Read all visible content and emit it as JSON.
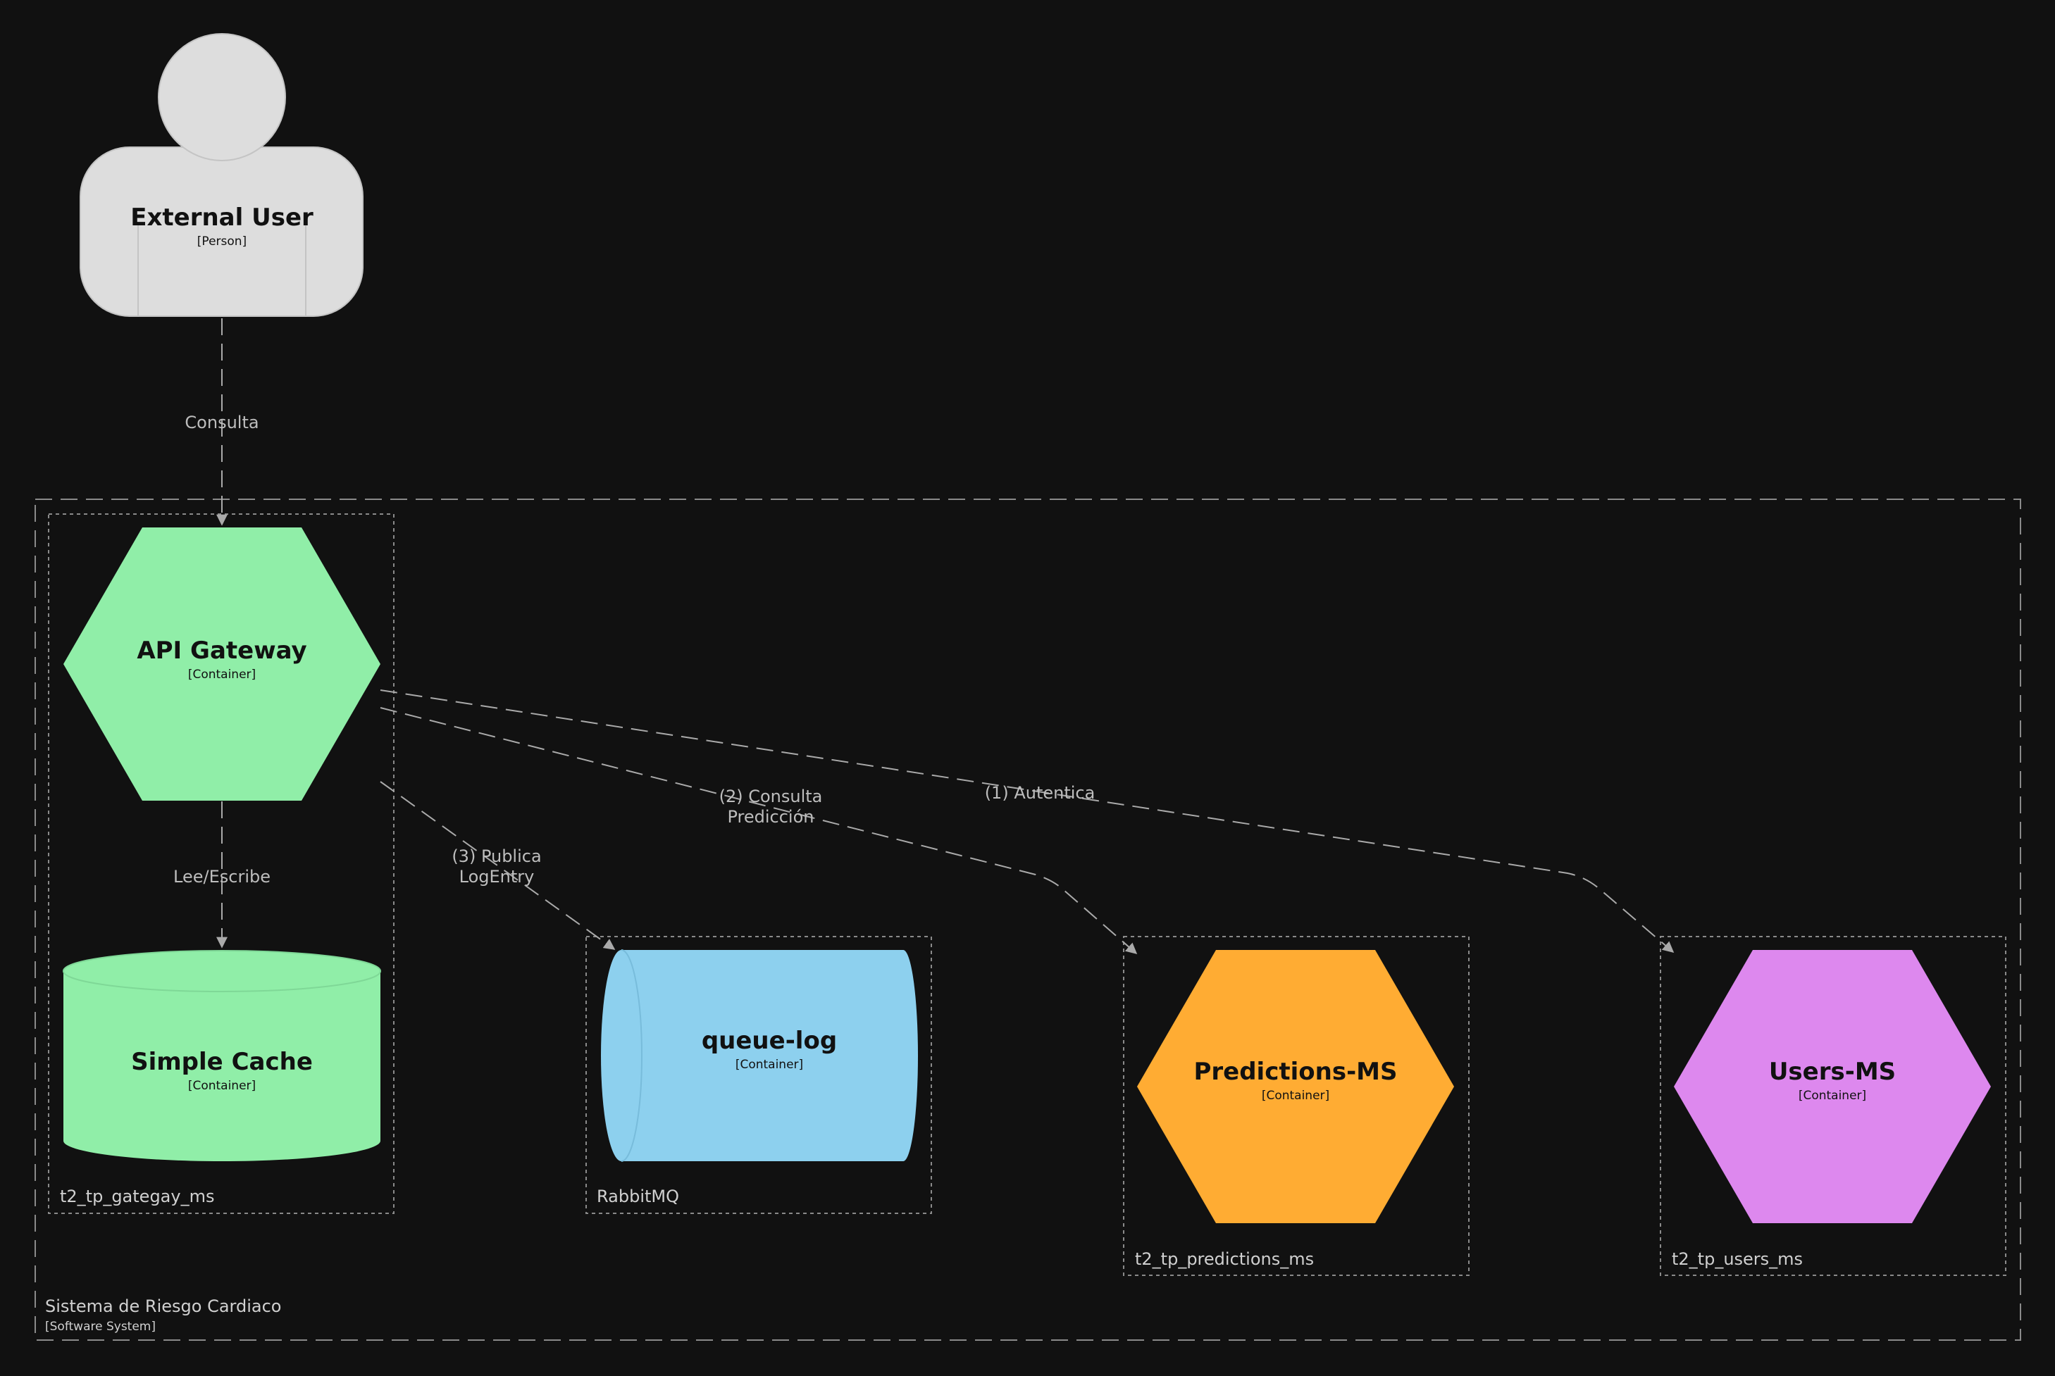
{
  "system": {
    "name": "Sistema de Riesgo Cardiaco",
    "tag": "[Software System]"
  },
  "person": {
    "name": "External User",
    "tag": "[Person]"
  },
  "groups": {
    "gateway": "t2_tp_gategay_ms",
    "rabbit": "RabbitMQ",
    "predictions": "t2_tp_predictions_ms",
    "users": "t2_tp_users_ms"
  },
  "containers": {
    "api_gateway": {
      "name": "API Gateway",
      "tag": "[Container]",
      "color": "#90EEA8"
    },
    "simple_cache": {
      "name": "Simple Cache",
      "tag": "[Container]",
      "color": "#90EEA8"
    },
    "queue_log": {
      "name": "queue-log",
      "tag": "[Container]",
      "color": "#8DD0EE"
    },
    "predictions_ms": {
      "name": "Predictions-MS",
      "tag": "[Container]",
      "color": "#FFAC33"
    },
    "users_ms": {
      "name": "Users-MS",
      "tag": "[Container]",
      "color": "#DD88EE"
    }
  },
  "edges": {
    "consulta": "Consulta",
    "lee_escribe": "Lee/Escribe",
    "autentica": "(1) Autentica",
    "consulta_prediccion_1": "(2) Consulta",
    "consulta_prediccion_2": "Predicción",
    "publica_1": "(3) Publica",
    "publica_2": "LogEntry"
  },
  "colors": {
    "background": "#111111",
    "person": "#DDDDDD",
    "edge": "#AAAAAA"
  }
}
